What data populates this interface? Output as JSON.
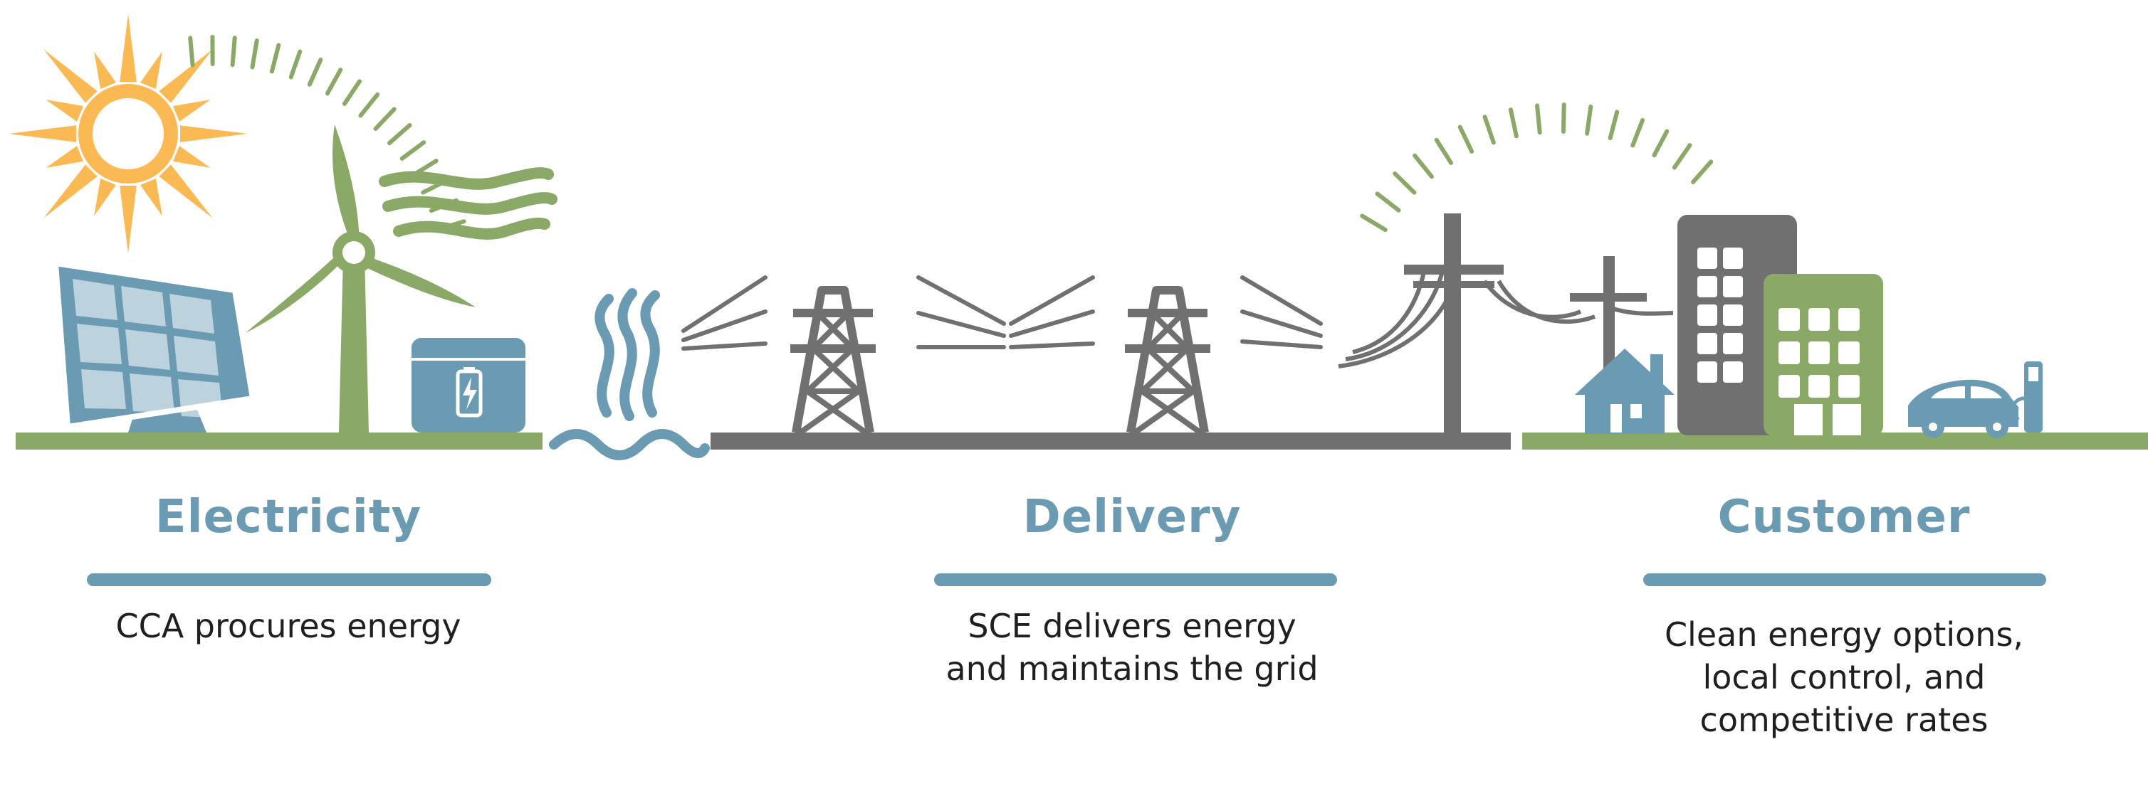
{
  "colors": {
    "sun": "#fbb954",
    "green": "#8aa866",
    "blue": "#6a9bb3",
    "gray": "#707070",
    "title": "#6a9bb3",
    "text": "#1f1f1f"
  },
  "icons": [
    "sun-icon",
    "solar-panel-icon",
    "wind-turbine-icon",
    "wind-gusts-icon",
    "battery-icon",
    "geothermal-heat-icon",
    "water-waves-icon",
    "transmission-tower-icon",
    "utility-pole-icon",
    "house-icon",
    "office-building-icon",
    "electric-car-icon",
    "charging-station-icon"
  ],
  "stages": [
    {
      "title": "Electricity",
      "lines": [
        "CCA procures energy"
      ]
    },
    {
      "title": "Delivery",
      "lines": [
        "SCE delivers energy",
        "and maintains the grid"
      ]
    },
    {
      "title": "Customer",
      "lines": [
        "Clean energy options,",
        "local control, and",
        "competitive rates"
      ]
    }
  ]
}
